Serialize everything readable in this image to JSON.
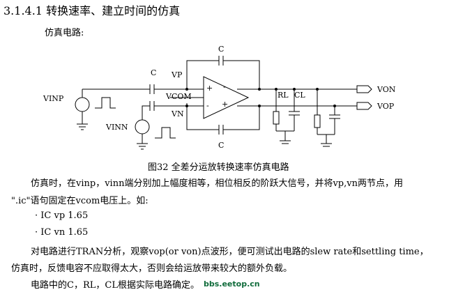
{
  "heading": "3.1.4.1 转换速率、建立时间的仿真",
  "subheading": "仿真电路:",
  "circuit": {
    "labels": {
      "c_top": "C",
      "c_vp": "C",
      "vp": "VP",
      "vcom": "VCOM",
      "vn": "VN",
      "c_bottom": "C",
      "rl": "RL",
      "cl": "CL",
      "von": "VON",
      "vop": "VOP",
      "vinp": "VINP",
      "vinn": "VINN",
      "plus_top": "+",
      "minus_top": "-",
      "minus_bottom": "-",
      "plus_bottom": "+"
    }
  },
  "caption": "图32 全差分运放转换速率仿真电路",
  "paragraph1_line1": "仿真时，在vinp，vinn端分别加上幅度相等，相位相反的阶跃大信号，并将vp,vn两节点，用",
  "paragraph1_line2": "\".ic\"语句固定在vcom电压上。如:",
  "ic_line1": "· IC vp 1.65",
  "ic_line2": "· IC vn 1.65",
  "paragraph2_line1": "对电路进行TRAN分析，观察vop(or von)点波形，便可测试出电路的slew rate和settling time，",
  "paragraph2_line2": "仿真时，反馈电容不应取得太大，否则会给运放带来较大的额外负载。",
  "paragraph3": "电路中的C，RL，CL根据实际电路确定。",
  "watermark": "bbs.eetop.cn"
}
